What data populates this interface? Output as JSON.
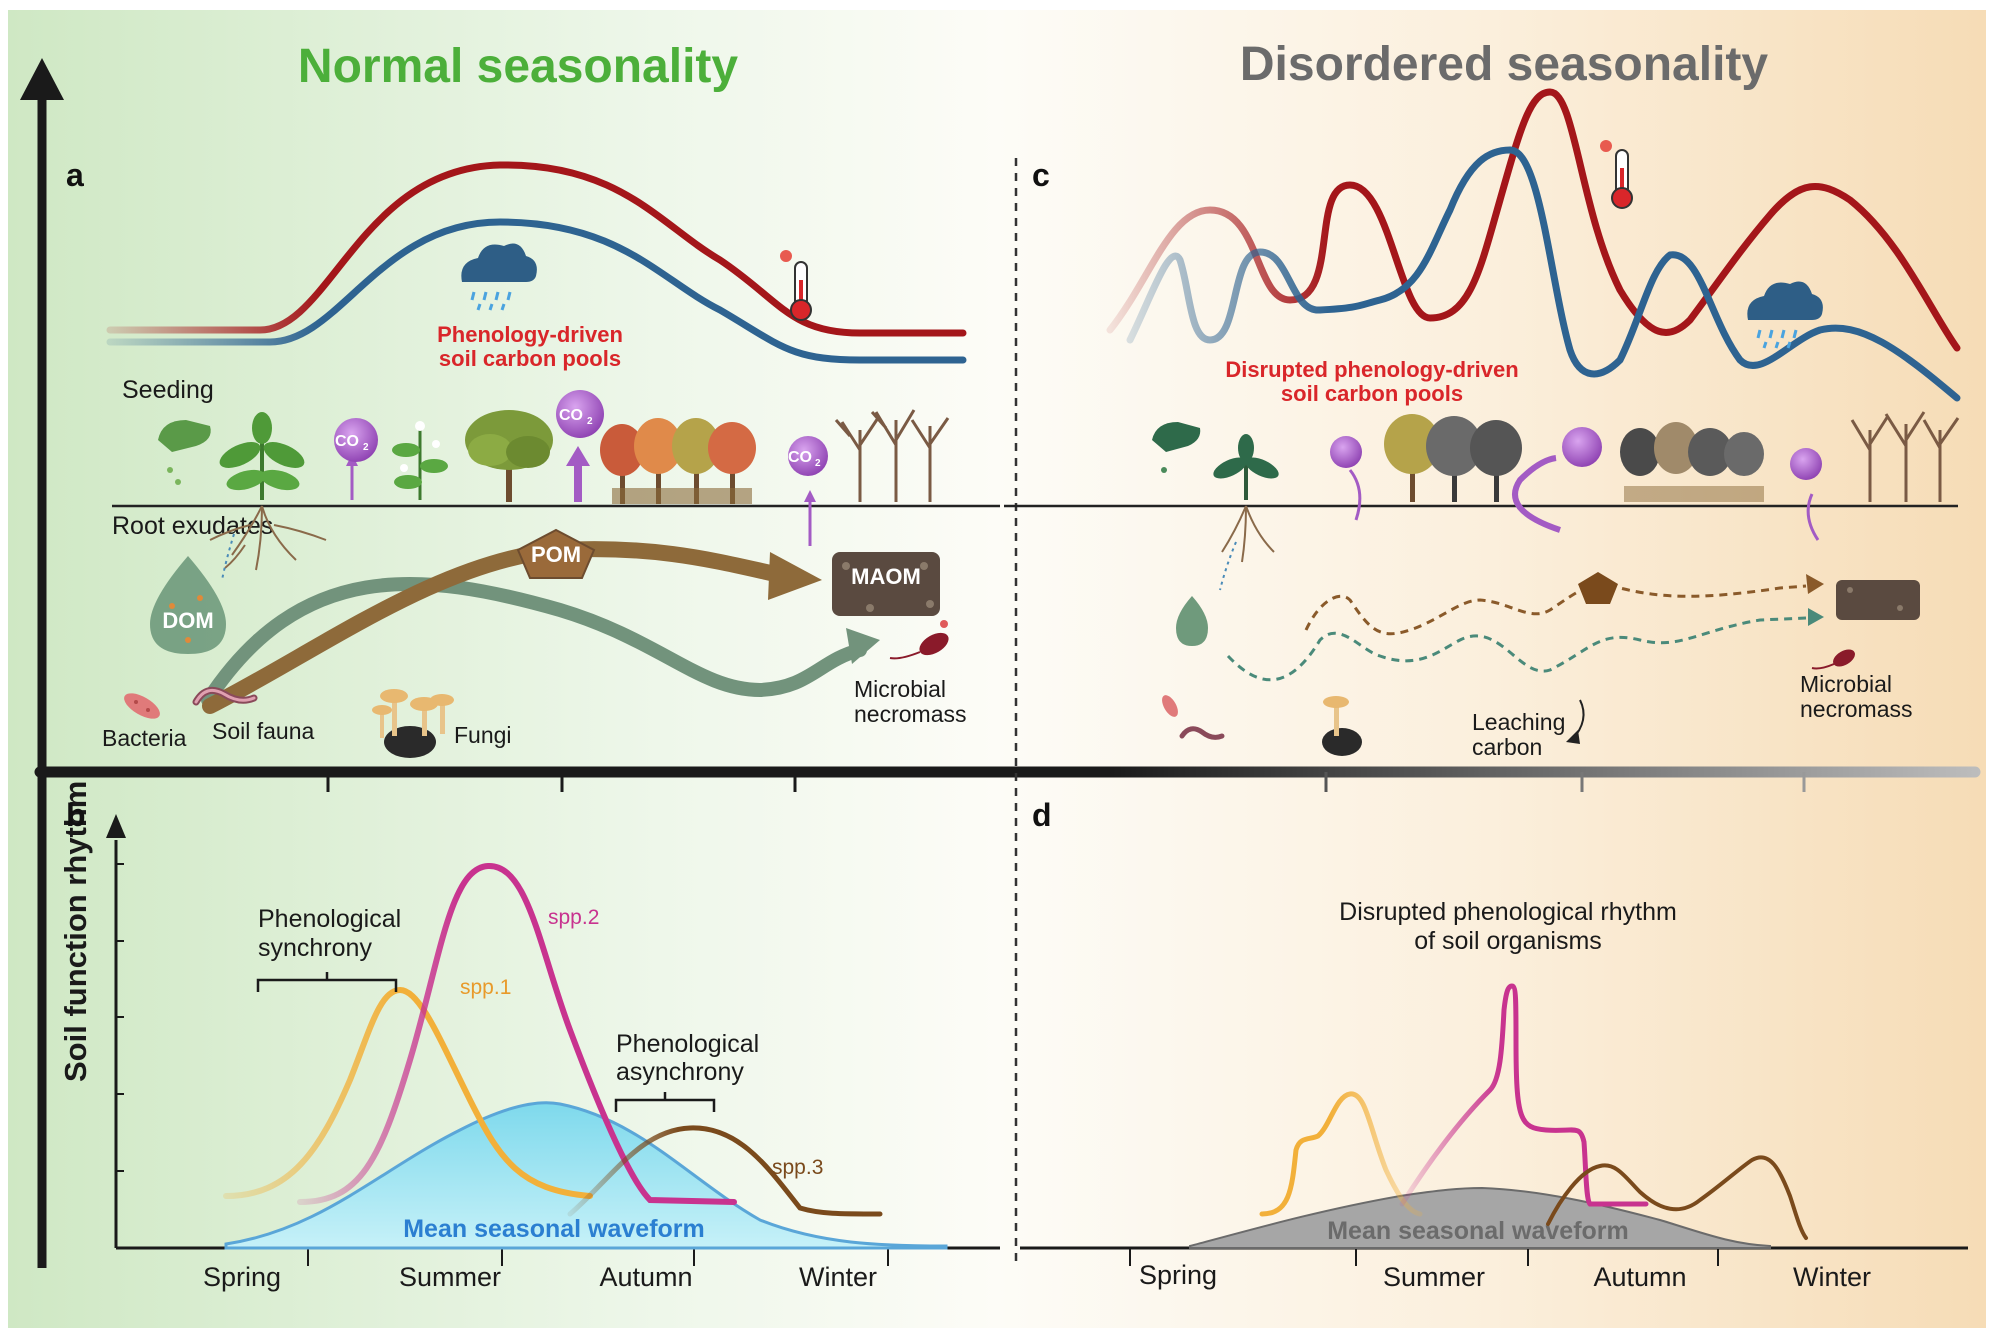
{
  "titles": {
    "left": "Normal seasonality",
    "right": "Disordered seasonality",
    "left_color": "#4caf3a",
    "right_color": "#6b6b6b"
  },
  "panels": {
    "a": "a",
    "b": "b",
    "c": "c",
    "d": "d"
  },
  "y_axis_label": "Soil function rhythm",
  "panel_a": {
    "seeding": "Seeding",
    "root_exudates": "Root exudates",
    "pools_line1": "Phenology-driven",
    "pools_line2": "soil carbon pools",
    "dom": "DOM",
    "pom": "POM",
    "maom": "MAOM",
    "bacteria": "Bacteria",
    "soil_fauna": "Soil fauna",
    "fungi": "Fungi",
    "necromass_line1": "Microbial",
    "necromass_line2": "necromass",
    "co2": "CO",
    "co2_sub": "2"
  },
  "panel_c": {
    "pools_line1": "Disrupted phenology-driven",
    "pools_line2": "soil carbon pools",
    "leaching_line1": "Leaching",
    "leaching_line2": "carbon",
    "necromass_line1": "Microbial",
    "necromass_line2": "necromass"
  },
  "panel_b": {
    "synchrony_line1": "Phenological",
    "synchrony_line2": "synchrony",
    "asynchrony_line1": "Phenological",
    "asynchrony_line2": "asynchrony",
    "spp1": "spp.1",
    "spp2": "spp.2",
    "spp3": "spp.3",
    "mean_waveform": "Mean seasonal waveform",
    "seasons": [
      "Spring",
      "Summer",
      "Autumn",
      "Winter"
    ]
  },
  "panel_d": {
    "rhythm_line1": "Disrupted phenological rhythm",
    "rhythm_line2": "of soil organisms",
    "mean_waveform": "Mean seasonal waveform",
    "seasons": [
      "Spring",
      "Summer",
      "Autumn",
      "Winter"
    ]
  },
  "colors": {
    "temperature_curve": "#a4161a",
    "precipitation_curve": "#2e6391",
    "spp1": "#f2b03a",
    "spp2": "#c8338f",
    "spp3": "#7a4a1c",
    "mean_wave_normal": "#8fe3f0",
    "mean_wave_disrupted": "#a6a6a6",
    "pools_text": "#d9262a",
    "co2_bubble": "#a35bc4"
  },
  "icons": [
    "rain-cloud-icon",
    "thermometer-icon",
    "seeding-hand-icon",
    "seedling-icon",
    "tree-icon",
    "co2-bubble-icon",
    "bacteria-icon",
    "earthworm-icon",
    "mushroom-icon",
    "soil-block-icon"
  ]
}
